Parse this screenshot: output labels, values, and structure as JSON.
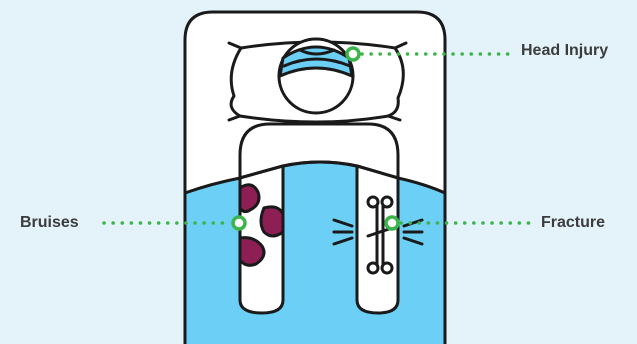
{
  "colors": {
    "background": "#e4f3fa",
    "outline": "#1a1a1a",
    "bed_white": "#ffffff",
    "blanket": "#6ccff6",
    "bandage": "#6ccff6",
    "bruise": "#8d1f55",
    "callout_line": "#3cb44b",
    "label_text": "#3c3c3c"
  },
  "icons": {
    "bed": "bed-outline",
    "patient": "patient-lying-in-bed",
    "bone": "bone-icon"
  },
  "labels": {
    "head_injury": "Head Injury",
    "fracture": "Fracture",
    "bruises": "Bruises"
  }
}
